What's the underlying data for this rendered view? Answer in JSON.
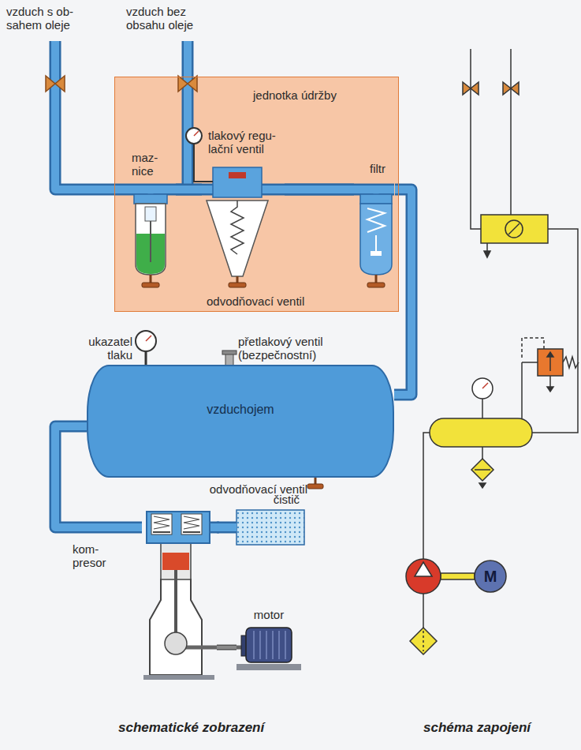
{
  "diagram": {
    "nodes": [
      {
        "text": [
          "jednotka údržby"
        ]
      },
      {
        "text": [
          "maz- nice"
        ],
        "in": 0
      },
      {
        "text": [
          "tlakový regu- lační ventil"
        ],
        "in": 0
      },
      {
        "text": [
          "filtr"
        ],
        "in": 0
      },
      {
        "text": [
          "vzduchojem"
        ]
      },
      {
        "text": [
          "čistič"
        ]
      },
      {
        "text": [
          "kom- presor"
        ]
      },
      {
        "text": [
          "motor"
        ]
      }
    ],
    "edges": [
      {
        "from": 6,
        "to": 4,
        "arrow": "none"
      },
      {
        "from": 4,
        "to": 3,
        "arrow": "none"
      },
      {
        "from": 3,
        "to": 2,
        "arrow": "none"
      },
      {
        "from": 2,
        "to": 1,
        "arrow": "none"
      },
      {
        "from": 5,
        "to": 6,
        "arrow": "none"
      },
      {
        "from": 7,
        "to": 6,
        "arrow": "none"
      }
    ],
    "labels": [
      "vzduch s ob- sahem oleje",
      "vzduch bez obsahu oleje",
      "odvodňovací ventil",
      "ukazatel tlaku",
      "přetlakový ventil (bezpečnostní)",
      "odvodňovací ventil",
      "M",
      "schematické zobrazení",
      "schéma zapojení"
    ]
  }
}
